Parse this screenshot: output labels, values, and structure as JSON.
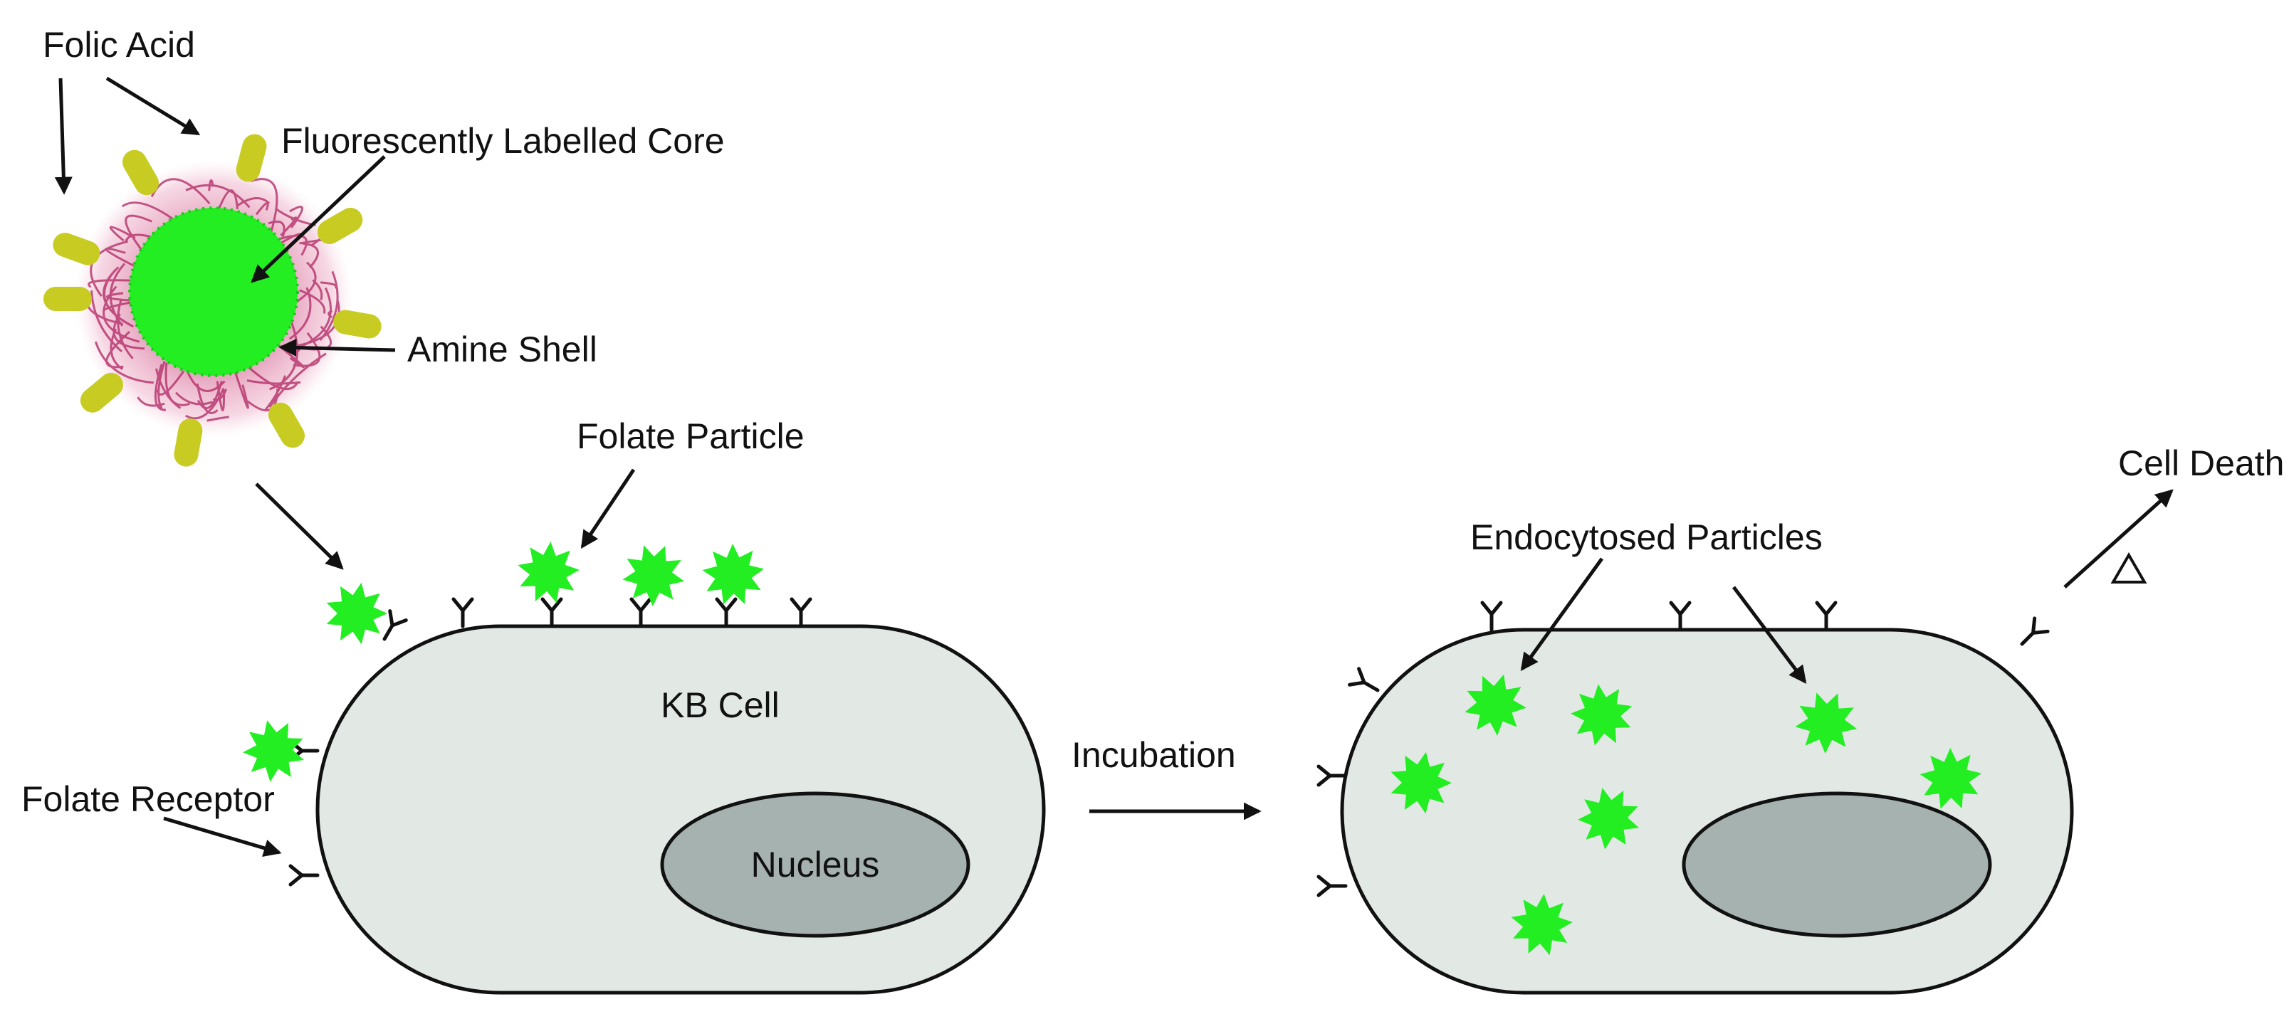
{
  "labels": {
    "folic_acid": "Folic Acid",
    "core": "Fluorescently Labelled Core",
    "amine_shell": "Amine Shell",
    "folate_particle": "Folate Particle",
    "kb_cell": "KB Cell",
    "nucleus": "Nucleus",
    "folate_receptor": "Folate Receptor",
    "incubation": "Incubation",
    "endocytosed": "Endocytosed Particles",
    "cell_death": "Cell Death",
    "heat_symbol": "Δ"
  },
  "colors": {
    "particle_green": "#22ee22",
    "folic_yellow": "#c8cc22",
    "shell_magenta": "#b5306a",
    "cell_fill": "#e2e9e5",
    "nucleus_fill": "#a5b2b0",
    "outline": "#111111"
  },
  "icons": {
    "particle": "green-star",
    "receptor": "y-shaped-receptor"
  }
}
